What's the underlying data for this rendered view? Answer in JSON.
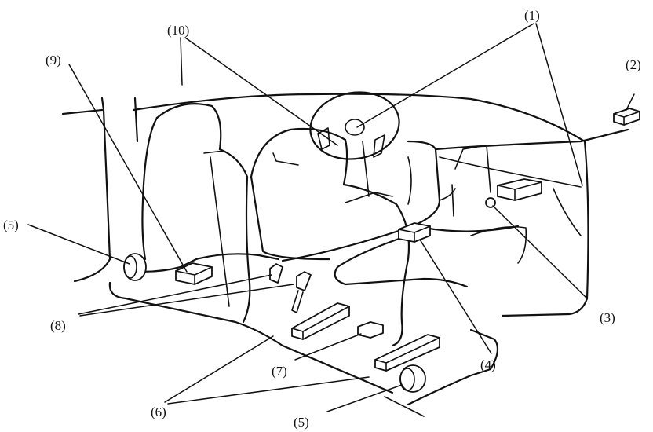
{
  "callouts": {
    "c1": "(1)",
    "c2": "(2)",
    "c3": "(3)",
    "c4": "(4)",
    "c5_left": "(5)",
    "c5_bottom": "(5)",
    "c6": "(6)",
    "c7": "(7)",
    "c8": "(8)",
    "c9": "(9)",
    "c10": "(10)"
  },
  "colors": {
    "line": "#111111",
    "background": "#ffffff"
  }
}
